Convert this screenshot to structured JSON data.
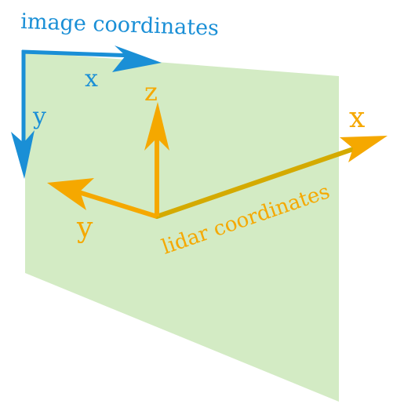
{
  "image_frame": {
    "title": "image coordinates",
    "x_label": "x",
    "y_label": "y",
    "color": "#1a8fd6"
  },
  "lidar_frame": {
    "title": "lidar coordinates",
    "x_label": "x",
    "y_label": "y",
    "z_label": "z",
    "color": "#f5a800",
    "x_axis_color": "#d4aa00"
  },
  "image_plane": {
    "color": "#d3ebc4"
  }
}
